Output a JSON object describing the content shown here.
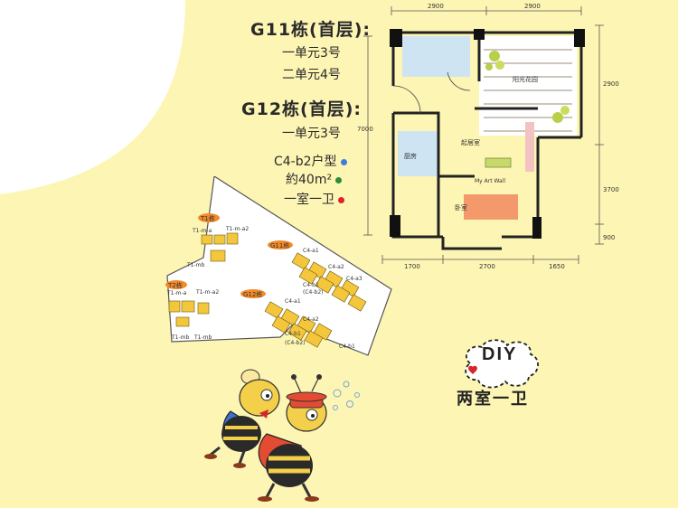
{
  "building_info": {
    "g11_title": "G11栋(首层):",
    "g11_unit1": "一单元3号",
    "g11_unit2": "二单元4号",
    "g12_title": "G12栋(首层):",
    "g12_unit1": "一单元3号",
    "layout_code": "C4-b2户型",
    "area": "約40m²",
    "rooms": "一室一卫"
  },
  "legend_dots": {
    "layout_dot_color": "#3b7ddb",
    "area_dot_color": "#2e8b3e",
    "rooms_dot_color": "#d9252a"
  },
  "floor_plan": {
    "dim_top_left": "2900",
    "dim_top_right": "2900",
    "dim_right_top": "2900",
    "dim_right_mid": "3700",
    "dim_right_bottom": "900",
    "dim_left": "7000",
    "dim_bottom_left": "1700",
    "dim_bottom_mid": "2700",
    "dim_bottom_right": "1650",
    "garden_label": "阳光花园",
    "living_label": "起居室",
    "kitchen_label": "厨房",
    "bedroom_label": "卧室",
    "feature_label": "My Art Wall"
  },
  "site_plan": {
    "t1_label": "T1栋",
    "t2_label": "T2栋",
    "g11_label": "G11栋",
    "g12_label": "G12栋",
    "t1_ma": "T1-m-a",
    "t1_ma2": "T1-m-a2",
    "t1_mb": "T1-mb",
    "t2_ma": "T1-m-a",
    "t2_ma2": "T1-m-a2",
    "t2_mb1": "T1-mb",
    "t2_mb2": "T1-mb",
    "c4a1": "C4-a1",
    "c4a2": "C4-a2",
    "c4a3": "C4-a3",
    "c4b1": "C4-b1",
    "c4b2": "(C4-b2)"
  },
  "diy_label": "DIY",
  "room_type": "两室一卫"
}
